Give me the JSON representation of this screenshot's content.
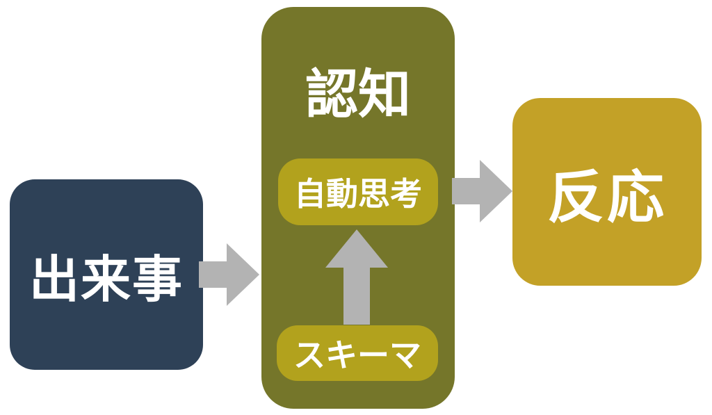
{
  "diagram": {
    "type": "flow-diagram",
    "background": "#FFFFFF",
    "arrow_color": "#B3B3B3",
    "nodes": {
      "event": {
        "label": "出来事",
        "color": "#2E4157",
        "text_color": "#FFFFFF"
      },
      "cognition": {
        "label": "認知",
        "color": "#75762A",
        "text_color": "#FFFFFF"
      },
      "automatic_thought": {
        "label": "自動思考",
        "color": "#B2A21D",
        "text_color": "#FFFFFF"
      },
      "schema": {
        "label": "スキーマ",
        "color": "#B2A21D",
        "text_color": "#FFFFFF"
      },
      "response": {
        "label": "反応",
        "color": "#C3A127",
        "text_color": "#FFFFFF"
      }
    },
    "edges": [
      {
        "from": "event",
        "to": "cognition",
        "direction": "right"
      },
      {
        "from": "schema",
        "to": "automatic_thought",
        "direction": "up"
      },
      {
        "from": "cognition",
        "to": "response",
        "direction": "right"
      }
    ]
  }
}
